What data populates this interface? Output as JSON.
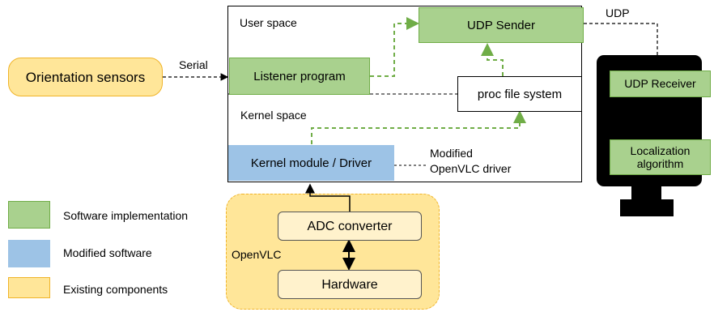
{
  "diagram": {
    "system_labels": {
      "user_space": "User space",
      "kernel_space": "Kernel space",
      "openvlc": "OpenVLC"
    },
    "nodes": {
      "udp_sender": "UDP Sender",
      "listener_program": "Listener program",
      "proc_file_system": "proc file system",
      "kernel_module": "Kernel module / Driver",
      "orientation_sensors": "Orientation sensors",
      "adc_converter": "ADC converter",
      "hardware": "Hardware",
      "udp_receiver": "UDP Receiver",
      "localization_algorithm": "Localization algorithm"
    },
    "edge_labels": {
      "serial": "Serial",
      "udp": "UDP",
      "modified_driver_line1": "Modified",
      "modified_driver_line2": "OpenVLC driver"
    },
    "legend": [
      {
        "label": "Software implementation",
        "color": "#a9d18e"
      },
      {
        "label": "Modified software",
        "color": "#9dc3e6"
      },
      {
        "label": "Existing components",
        "color": "#ffe699"
      }
    ],
    "colors": {
      "software_implementation": "#a9d18e",
      "modified_software": "#9dc3e6",
      "existing_components": "#ffe699",
      "dashed_green": "#70ad47"
    }
  }
}
